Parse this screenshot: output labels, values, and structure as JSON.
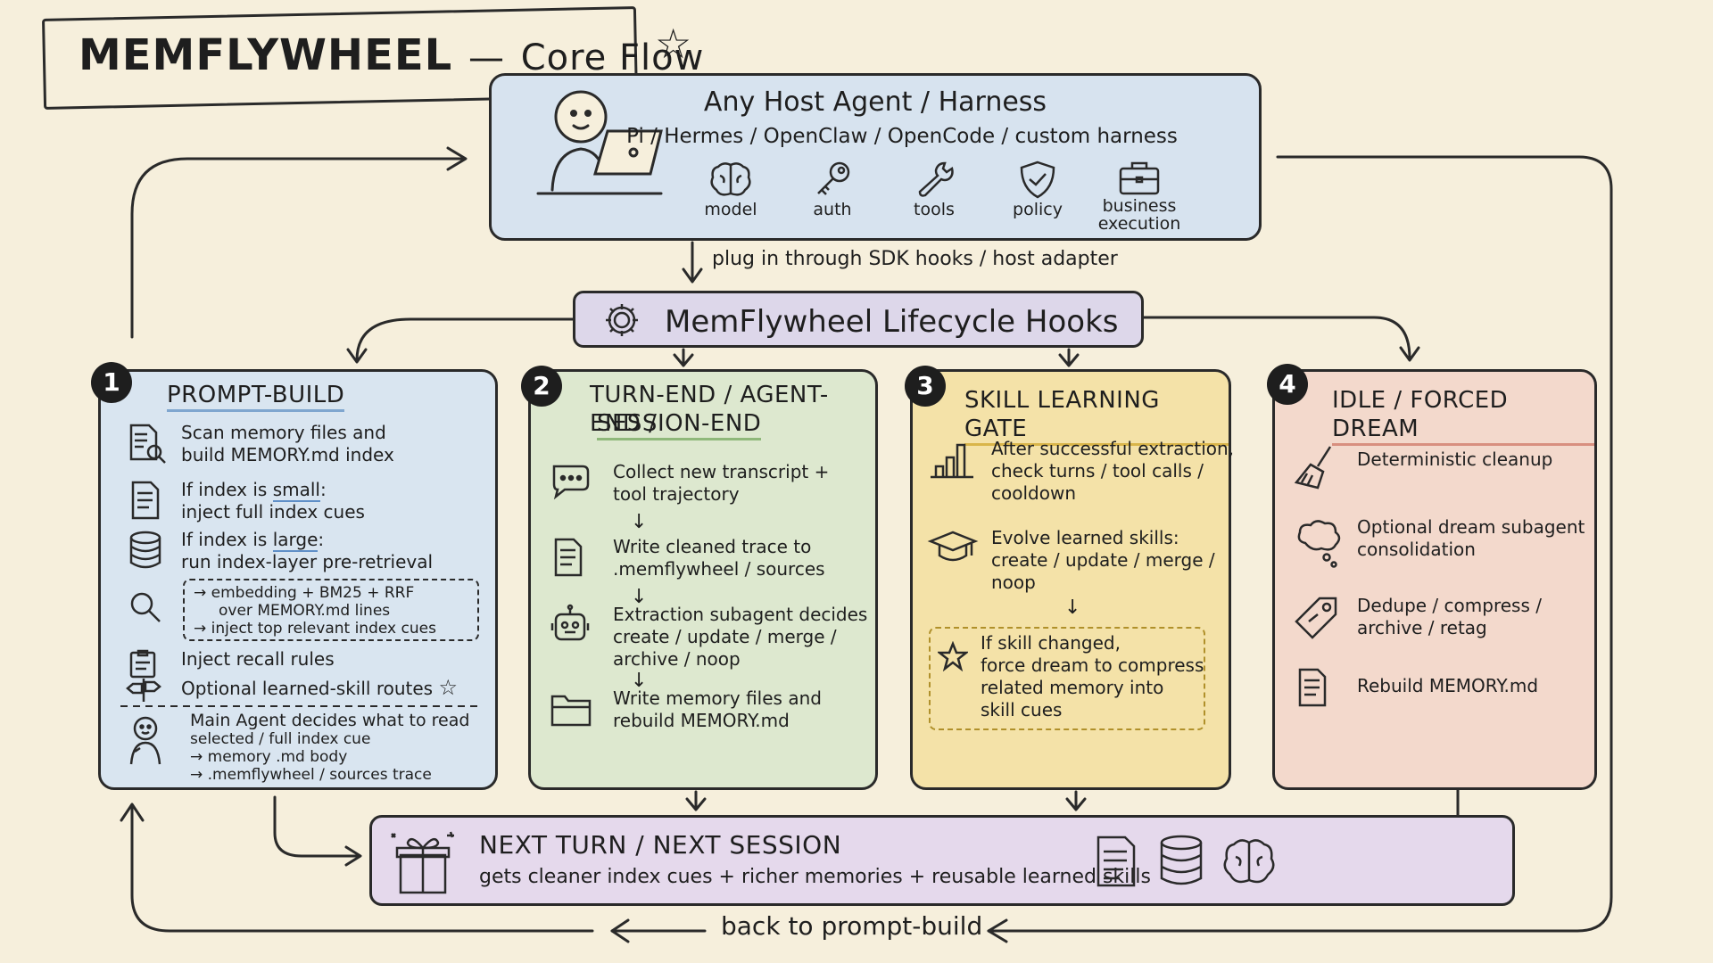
{
  "title": {
    "main": "MEMFLYWHEEL",
    "dash": "—",
    "sub": "Core Flow",
    "star": "☆"
  },
  "host": {
    "title": "Any Host Agent / Harness",
    "subtitle": "Pi / Hermes / OpenClaw / OpenCode / custom harness",
    "items": [
      {
        "icon": "brain-icon",
        "label": "model"
      },
      {
        "icon": "key-icon",
        "label": "auth"
      },
      {
        "icon": "wrench-icon",
        "label": "tools"
      },
      {
        "icon": "shield-icon",
        "label": "policy"
      },
      {
        "icon": "briefcase-icon",
        "label": "business execution"
      }
    ]
  },
  "adapter_label": "plug in through SDK hooks / host adapter",
  "hooks": {
    "title": "MemFlywheel  Lifecycle Hooks",
    "icon": "gear-icon"
  },
  "columns": [
    {
      "number": "1",
      "title": "PROMPT-BUILD",
      "color": "#d9e5f0",
      "rows": [
        {
          "icon": "document-search-icon",
          "line1": "Scan memory files and",
          "line2": "build MEMORY.md index"
        },
        {
          "icon": "document-icon",
          "line1a": "If index is ",
          "line1b": "small",
          "line1c": ":",
          "line2": "inject full index cues"
        },
        {
          "icon": "database-icon",
          "line1a": "If index is ",
          "line1b": "large",
          "line1c": ":",
          "line2": "run index-layer pre-retrieval"
        },
        {
          "icon": "magnifier-icon",
          "line1": "→ embedding + BM25 + RRF",
          "line2": "over MEMORY.md lines",
          "line3": "→ inject top relevant index cues"
        },
        {
          "icon": "clipboard-icon",
          "line1": "Inject recall rules"
        },
        {
          "icon": "signpost-icon",
          "line1": "Optional learned-skill routes",
          "star": "☆"
        },
        {
          "icon": "person-icon",
          "line1": "Main Agent decides what to read",
          "line2": "selected / full index cue",
          "line3": "→ memory .md body",
          "line4": "→ .memflywheel / sources trace"
        }
      ]
    },
    {
      "number": "2",
      "title_line1": "TURN-END / AGENT-END /",
      "title_line2": "SESSION-END",
      "color": "#dde8cf",
      "rows": [
        {
          "icon": "chat-icon",
          "line1": "Collect new transcript +",
          "line2": "tool trajectory"
        },
        {
          "icon": "document-icon",
          "line1": "Write cleaned trace to",
          "line2": ".memflywheel / sources"
        },
        {
          "icon": "robot-icon",
          "line1": "Extraction subagent decides",
          "line2": "create / update / merge /",
          "line3": "archive / noop"
        },
        {
          "icon": "folder-icon",
          "line1": "Write memory files and",
          "line2": "rebuild MEMORY.md"
        }
      ],
      "arrow": "↓"
    },
    {
      "number": "3",
      "title": "SKILL LEARNING GATE",
      "color": "#f4e2a8",
      "rows": [
        {
          "icon": "bar-chart-icon",
          "line1": "After successful extraction,",
          "line2": "check turns / tool calls /",
          "line3": "cooldown"
        },
        {
          "icon": "graduation-cap-icon",
          "line1": "Evolve learned skills:",
          "line2": "create / update / merge /",
          "line3": "noop"
        },
        {
          "icon": "star-icon",
          "line1": "If skill changed,",
          "line2": "force dream to compress",
          "line3": "related memory into",
          "line4": "skill cues"
        }
      ]
    },
    {
      "number": "4",
      "title": "IDLE / FORCED DREAM",
      "color": "#f3d9cc",
      "rows": [
        {
          "icon": "broom-icon",
          "line1": "Deterministic cleanup"
        },
        {
          "icon": "thought-cloud-icon",
          "line1": "Optional dream subagent",
          "line2": "consolidation"
        },
        {
          "icon": "tag-icon",
          "line1": "Dedupe / compress /",
          "line2": "archive / retag"
        },
        {
          "icon": "document-icon",
          "line1": "Rebuild MEMORY.md"
        }
      ]
    }
  ],
  "next": {
    "title": "NEXT TURN / NEXT SESSION",
    "subtitle": "gets cleaner index cues + richer memories + reusable learned skills",
    "icons": [
      "gift-icon",
      "document-icon",
      "database-icon",
      "brain-icon"
    ]
  },
  "back_label": "back to prompt-build"
}
